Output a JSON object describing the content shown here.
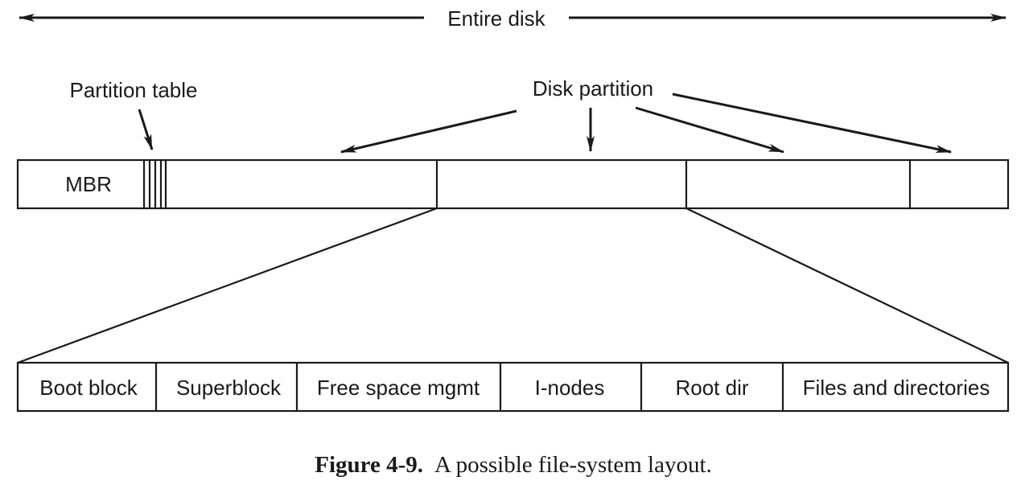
{
  "diagram": {
    "entire_disk_label": "Entire disk",
    "partition_table_label": "Partition table",
    "disk_partition_label": "Disk partition",
    "mbr_label": "MBR",
    "layout_blocks": [
      "Boot block",
      "Superblock",
      "Free space mgmt",
      "I-nodes",
      "Root dir",
      "Files and directories"
    ]
  },
  "caption": {
    "figure_number": "Figure 4-9.",
    "text": "A possible file-system layout."
  }
}
